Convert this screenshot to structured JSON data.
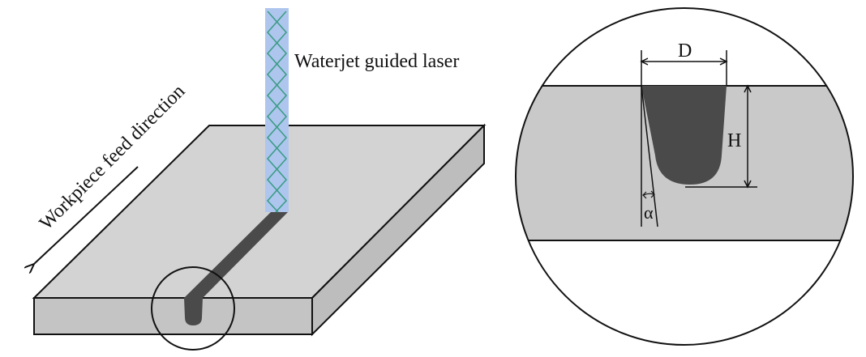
{
  "labels": {
    "laser": "Waterjet guided laser",
    "feed_direction": "Workpiece feed direction",
    "width": "D",
    "depth": "H",
    "angle": "α"
  },
  "colors": {
    "plate_top": "#d3d3d3",
    "plate_side": "#bdbdbd",
    "plate_front": "#c4c4c4",
    "groove": "#4a4a4a",
    "jet": "#aec6ee",
    "zigzag": "#3c9c86",
    "section_band": "#c9c9c9",
    "outline": "#111111"
  }
}
